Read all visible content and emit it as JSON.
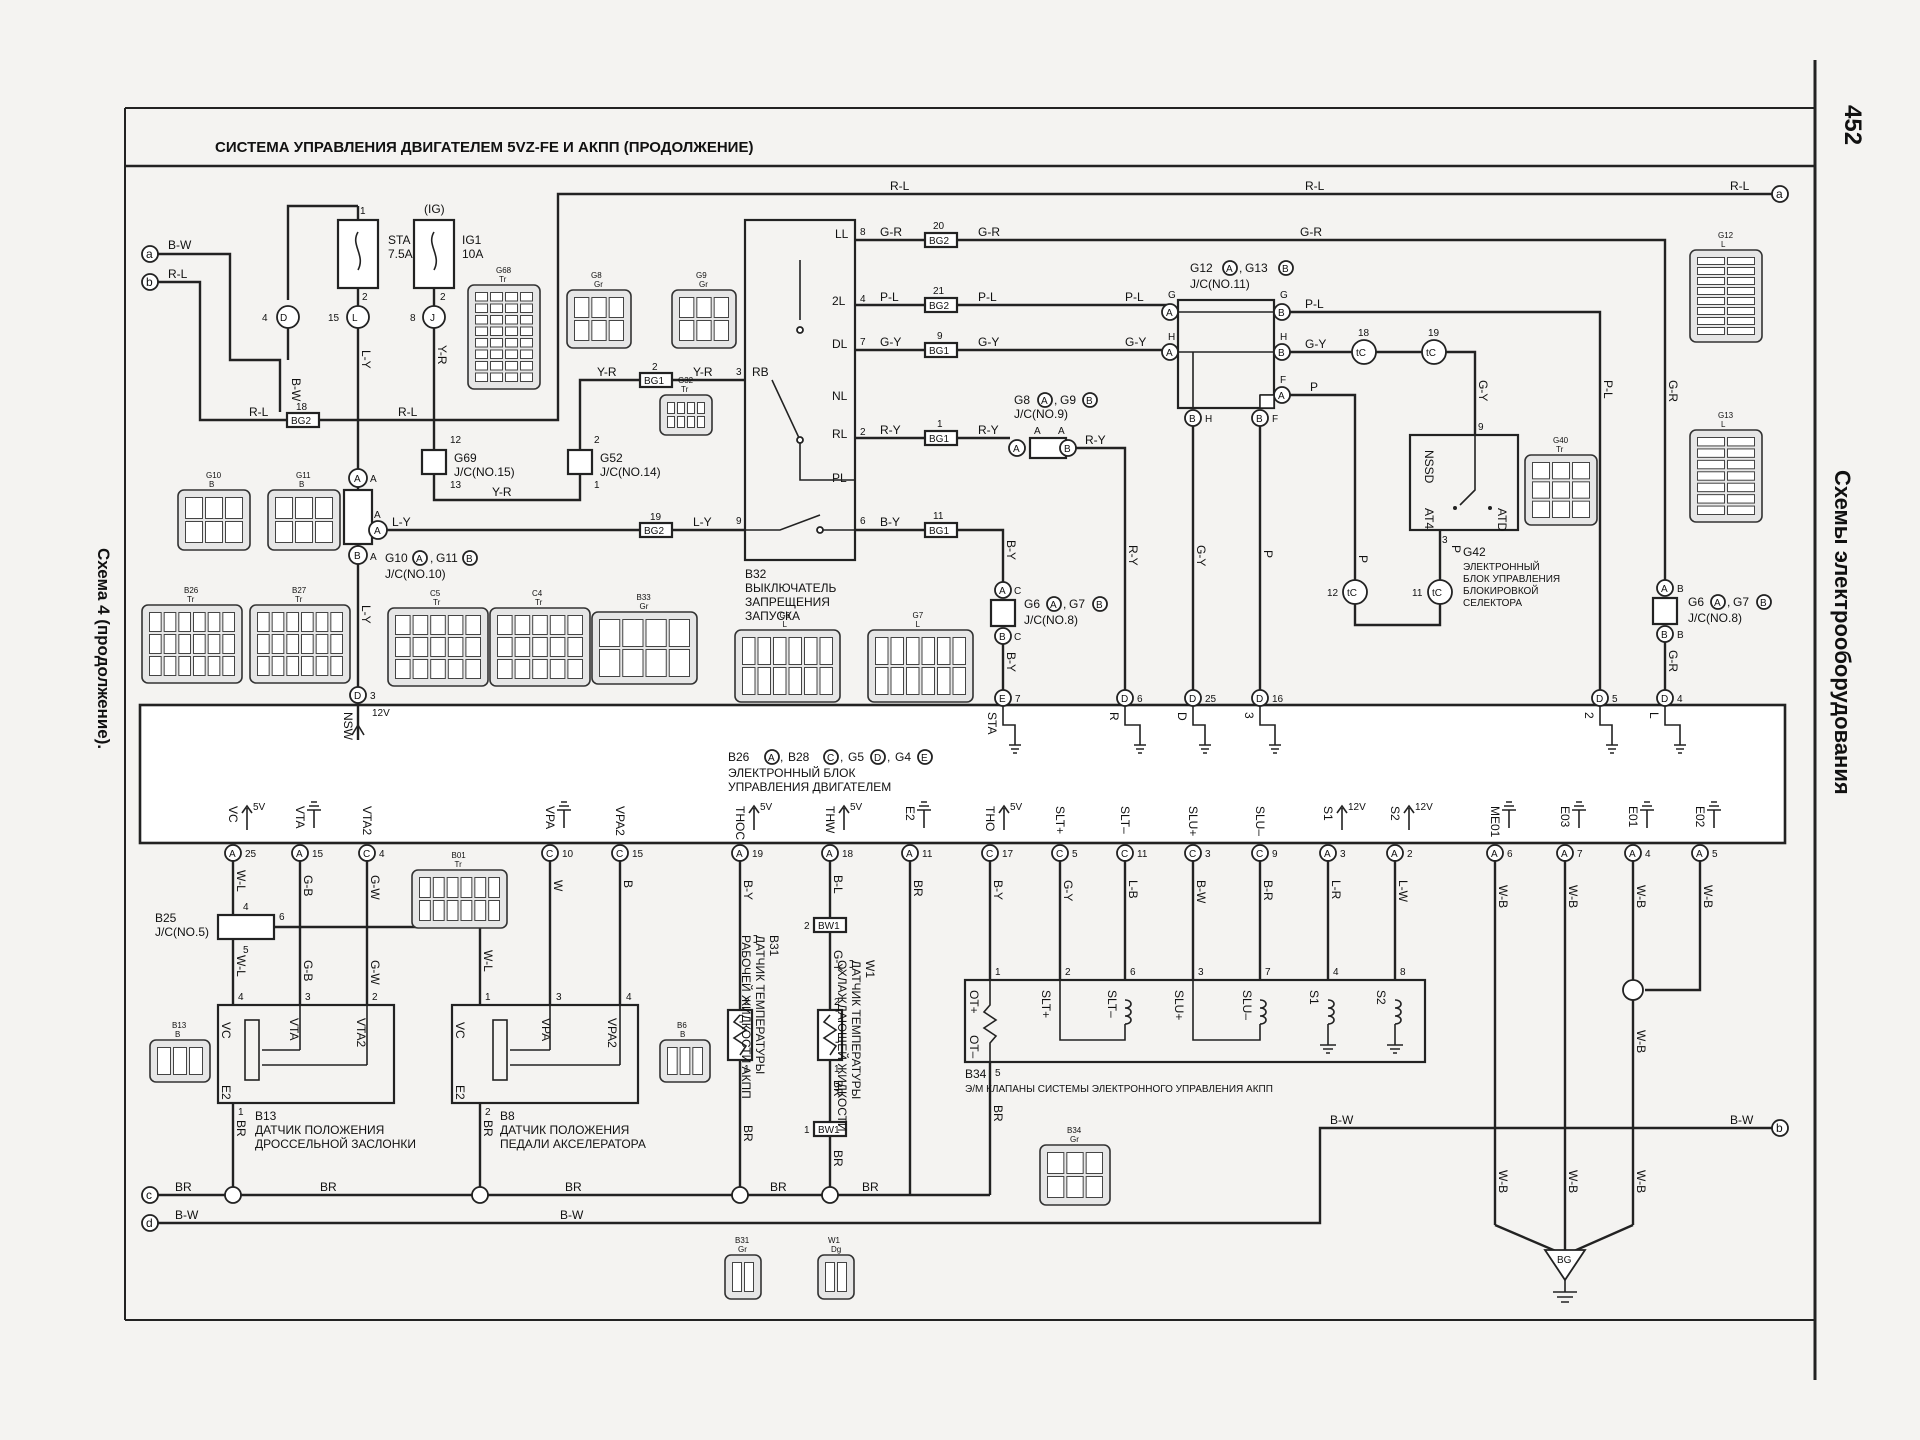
{
  "page": {
    "title": "СИСТЕМА УПРАВЛЕНИЯ ДВИГАТЕЛЕМ 5VZ-FE И АКПП (ПРОДОЛЖЕНИЕ)",
    "page_number": "452",
    "side_title": "Схемы электрооборудования",
    "caption": "Схема 4 (продолжение)."
  },
  "wire_colors": {
    "r_l": "R-L",
    "b_w": "B-W",
    "l_y": "L-Y",
    "y_r": "Y-R",
    "g_r": "G-R",
    "p_l": "P-L",
    "g_y": "G-Y",
    "r_y": "R-Y",
    "b_y": "B-Y",
    "p": "P",
    "r": "R",
    "br": "BR",
    "w_l": "W-L",
    "g_b": "G-B",
    "g_w": "G-W",
    "w": "W",
    "b": "B",
    "b_l": "B-L",
    "l_b": "L-B",
    "b_r": "B-R",
    "l_r": "L-R",
    "l_w": "L-W",
    "w_b": "W-B"
  },
  "fuses": {
    "sta_name": "STA",
    "sta_amp": "7.5A",
    "ig1_name": "IG1",
    "ig1_amp": "10A",
    "ig_label": "(IG)"
  },
  "junction_connectors": {
    "bg2": "BG2",
    "bg1": "BG1",
    "bw1": "BW1",
    "g69": "G69",
    "g69_jc": "J/C(NO.15)",
    "g52": "G52",
    "g52_jc": "J/C(NO.14)",
    "g10": "G10",
    "g11": "G11",
    "g10_jc": "J/C(NO.10)",
    "g8": "G8",
    "g9": "G9",
    "g8_jc": "J/C(NO.9)",
    "g12": "G12",
    "g13": "G13",
    "g12_jc": "J/C(NO.11)",
    "g6": "G6",
    "g7": "G7",
    "g6_jc": "J/C(NO.8)",
    "b25": "B25",
    "b25_jc": "J/C(NO.5)",
    "sep": ","
  },
  "b32": {
    "id": "B32",
    "line1": "ВЫКЛЮЧАТЕЛЬ",
    "line2": "ЗАПРЕЩЕНИЯ",
    "line3": "ЗАПУСКА",
    "pins": [
      "LL",
      "2L",
      "DL",
      "NL",
      "RL",
      "PL",
      "RB"
    ]
  },
  "g42": {
    "id": "G42",
    "line1": "ЭЛЕКТРОННЫЙ",
    "line2": "БЛОК УПРАВЛЕНИЯ",
    "line3": "БЛОКИРОВКОЙ",
    "line4": "СЕЛЕКТОРА",
    "pins": [
      "NSSD",
      "AT4",
      "ATD"
    ]
  },
  "ecu": {
    "ref_b26": "B26",
    "ref_b28": "B28",
    "ref_g5": "G5",
    "ref_g4": "G4",
    "line1": "ЭЛЕКТРОННЫЙ БЛОК",
    "line2": "УПРАВЛЕНИЯ ДВИГАТЕЛЕМ",
    "top_pins": [
      "NSW",
      "STA",
      "R",
      "D",
      "3",
      "2",
      "L"
    ],
    "bottom_pins": [
      "VC",
      "VTA",
      "VTA2",
      "VPA",
      "VPA2",
      "THOC",
      "THW",
      "E2",
      "THO",
      "SLT+",
      "SLT–",
      "SLU+",
      "SLU–",
      "S1",
      "S2",
      "ME01",
      "E03",
      "E01",
      "E02"
    ],
    "v5": "5V",
    "v12": "12V"
  },
  "b13": {
    "id": "B13",
    "line1": "ДАТЧИК ПОЛОЖЕНИЯ",
    "line2": "ДРОССЕЛЬНОЙ ЗАСЛОНКИ"
  },
  "b8": {
    "id": "B8",
    "line1": "ДАТЧИК ПОЛОЖЕНИЯ",
    "line2": "ПЕДАЛИ АКСЕЛЕРАТОРА"
  },
  "b31": {
    "id": "B31",
    "line1": "ДАТЧИК ТЕМПЕРАТУРЫ",
    "line2": "РАБОЧЕЙ ЖИДКОСТИ АКПП"
  },
  "w1": {
    "id": "W1",
    "line1": "ДАТЧИК ТЕМПЕРАТУРЫ",
    "line2": "ОХЛАЖДАЮЩЕЙ ЖИДКОСТИ"
  },
  "b34": {
    "id": "B34",
    "text": "Э/М КЛАПАНЫ СИСТЕМЫ ЭЛЕКТРОННОГО УПРАВЛЕНИЯ АКПП",
    "pins": [
      "OT+",
      "OT–",
      "SLT+",
      "SLT–",
      "SLU+",
      "SLU–",
      "S1",
      "S2"
    ]
  },
  "ground": {
    "bg": "BG"
  },
  "refs": {
    "a": "a",
    "b": "b",
    "c": "c",
    "d": "d"
  },
  "connector_labels": {
    "g8": "G8",
    "g9": "G9",
    "g68": "G68",
    "g32": "G32",
    "g10": "G10",
    "g11": "G11",
    "b26": "B26",
    "b27": "B27",
    "c5": "C5",
    "c4": "C4",
    "b33": "B33",
    "g6": "G6",
    "g7": "G7",
    "g12": "G12",
    "g13": "G13",
    "g40": "G40",
    "b01": "B01",
    "b13": "B13",
    "b6": "B6",
    "b34": "B34",
    "b31c": "B31",
    "w1c": "W1"
  },
  "connector_colors": {
    "gr": "Gr",
    "tr": "Tr",
    "b": "B",
    "l": "L",
    "dg": "Dg"
  }
}
